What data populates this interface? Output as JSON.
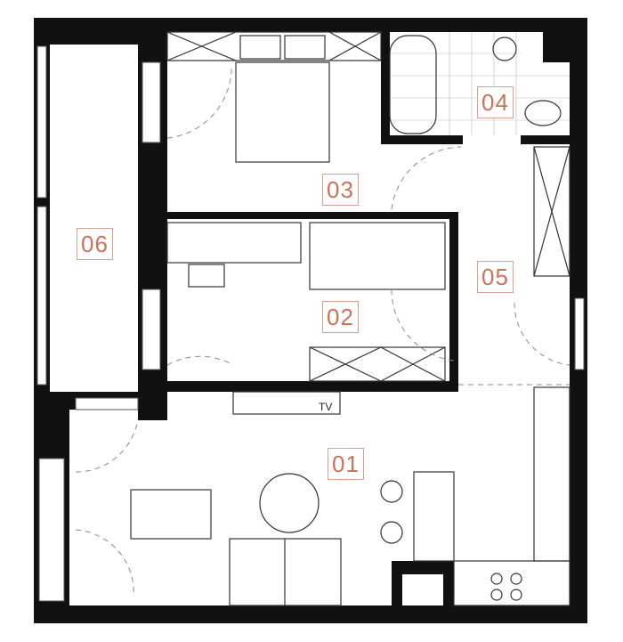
{
  "rooms": [
    {
      "id": "01"
    },
    {
      "id": "02"
    },
    {
      "id": "03"
    },
    {
      "id": "04"
    },
    {
      "id": "05"
    },
    {
      "id": "06"
    }
  ],
  "furniture": {
    "tv_label": "TV"
  },
  "colors": {
    "wall": "#111111",
    "label": "#c9735a",
    "line": "#333333"
  }
}
